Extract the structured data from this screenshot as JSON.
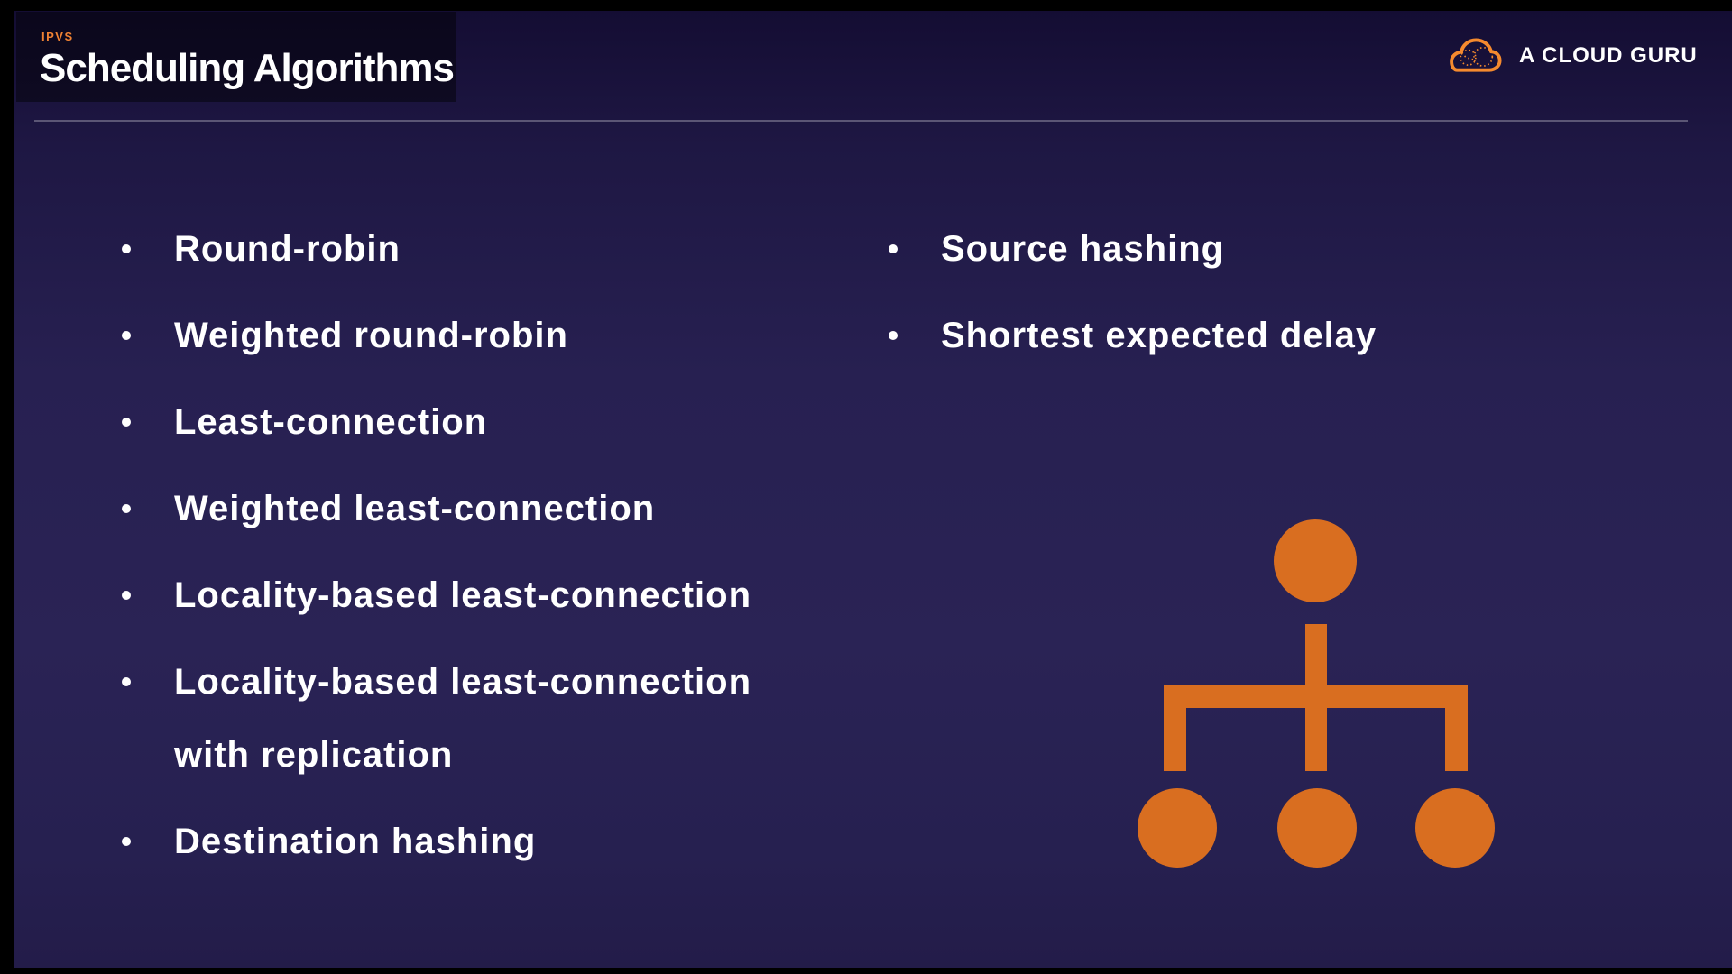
{
  "header": {
    "kicker": "IPVS",
    "title": "Scheduling Algorithms"
  },
  "brand": {
    "name": "A CLOUD GURU",
    "logo_icon": "cloud-icon"
  },
  "lists": {
    "left": [
      "Round-robin",
      "Weighted round-robin",
      "Least-connection",
      "Weighted least-connection",
      "Locality-based least-connection",
      "Locality-based least-connection with replication",
      "Destination hashing"
    ],
    "right": [
      "Source hashing",
      "Shortest expected delay"
    ]
  },
  "figure": {
    "icon": "hierarchy-tree-icon"
  },
  "colors": {
    "background_navy": "#272051",
    "letterbox_black": "#000000",
    "text_white": "#ffffff",
    "kicker_orange": "#f08233",
    "logo_orange": "#f58a2e",
    "diagram_orange": "#d96e20"
  }
}
